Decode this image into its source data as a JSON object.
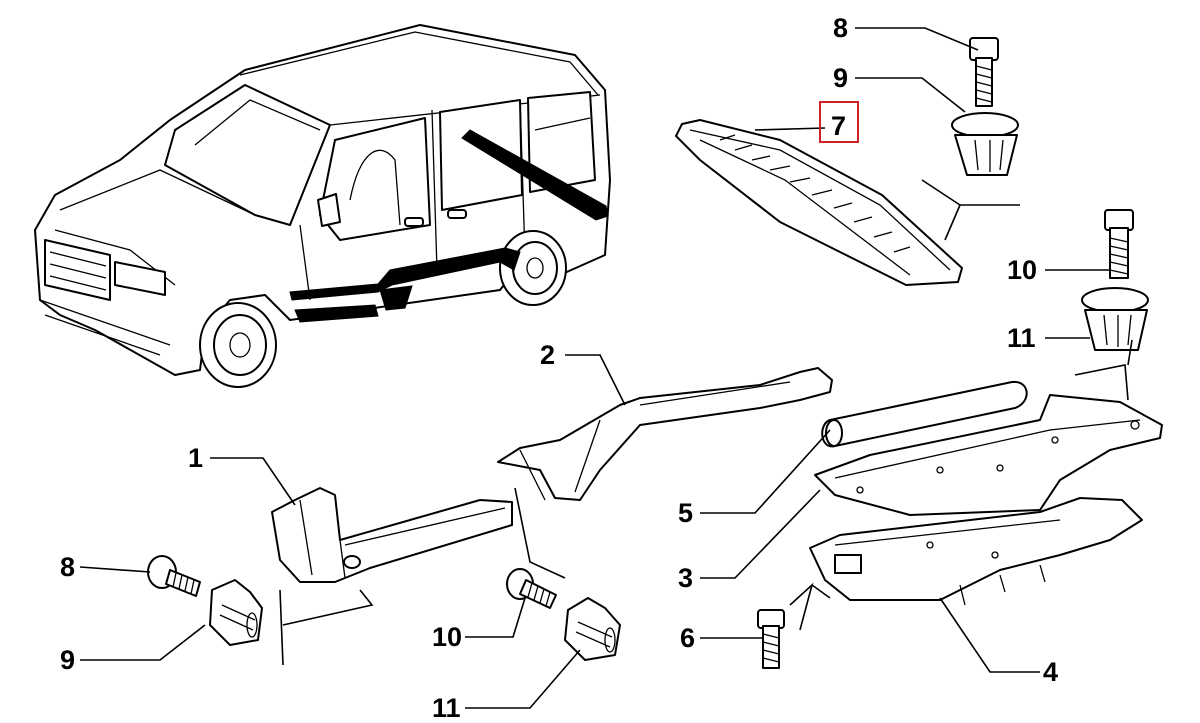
{
  "callouts": {
    "c8_top": "8",
    "c9_top": "9",
    "c7": "7",
    "c10_right": "10",
    "c11_right": "11",
    "c2": "2",
    "c1": "1",
    "c5": "5",
    "c3": "3",
    "c8_left": "8",
    "c9_left": "9",
    "c10_mid": "10",
    "c11_mid": "11",
    "c6": "6",
    "c4": "4"
  },
  "highlight": {
    "callout": "7",
    "color": "#d0202a"
  }
}
